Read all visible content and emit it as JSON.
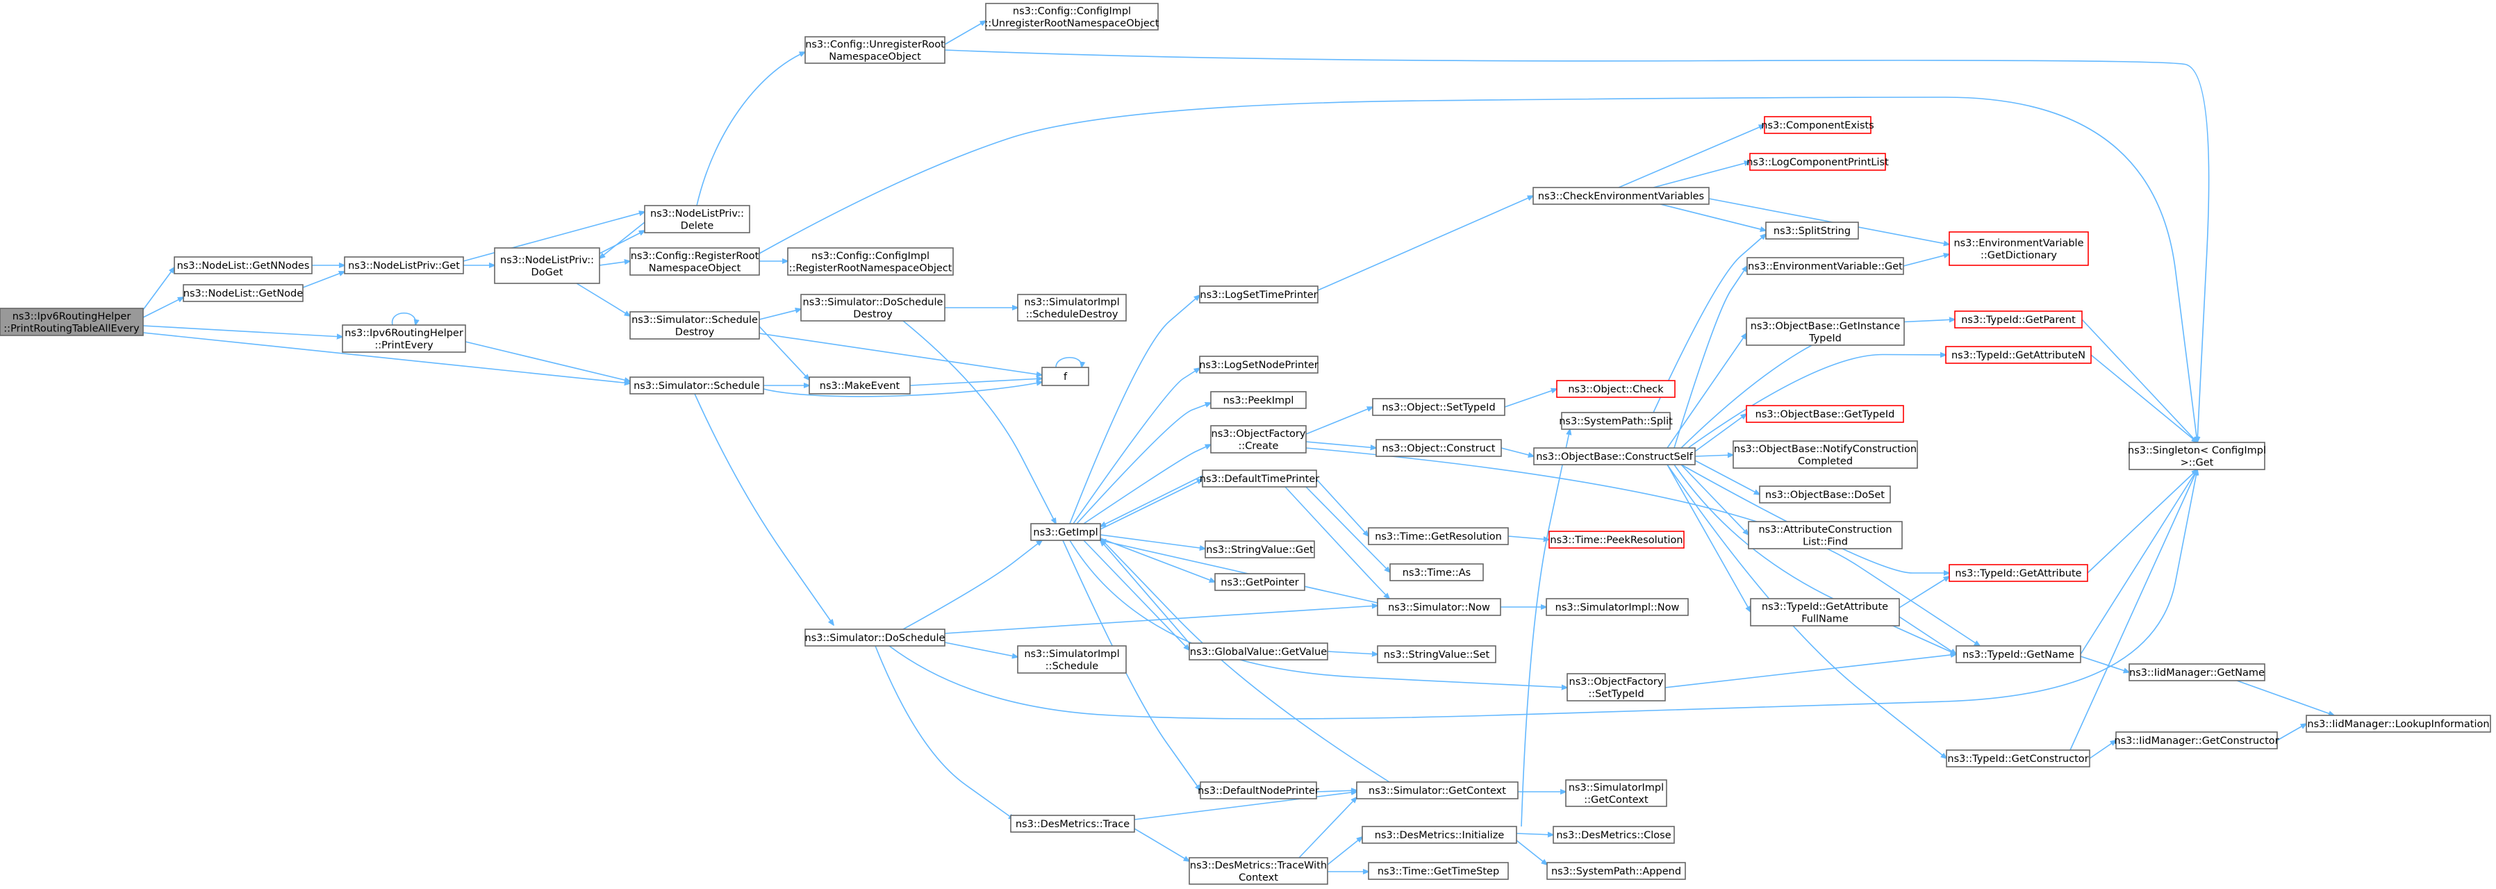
{
  "colors": {
    "edge": "#63b8ff",
    "node_border": "#666666",
    "node_fill": "#ffffff",
    "root_fill": "#999999",
    "root_border": "#666666",
    "missing_border": "#ff0000",
    "missing_text": "#ff0000",
    "text": "#000000"
  },
  "nodes": [
    {
      "id": "root",
      "lines": [
        "ns3::Ipv6RoutingHelper",
        "::PrintRoutingTableAllEvery"
      ],
      "style": "root"
    },
    {
      "id": "getnnodes",
      "lines": [
        "ns3::NodeList::GetNNodes"
      ]
    },
    {
      "id": "getnode",
      "lines": [
        "ns3::NodeList::GetNode"
      ]
    },
    {
      "id": "printevery",
      "lines": [
        "ns3::Ipv6RoutingHelper",
        "::PrintEvery"
      ]
    },
    {
      "id": "schedule",
      "lines": [
        "ns3::Simulator::Schedule"
      ]
    },
    {
      "id": "nlpget",
      "lines": [
        "ns3::NodeListPriv::Get"
      ]
    },
    {
      "id": "nlpdelete",
      "lines": [
        "ns3::NodeListPriv::",
        "Delete"
      ]
    },
    {
      "id": "nlpdoget",
      "lines": [
        "ns3::NodeListPriv::",
        "DoGet"
      ]
    },
    {
      "id": "cfgunreg",
      "lines": [
        "ns3::Config::UnregisterRoot",
        "NamespaceObject"
      ]
    },
    {
      "id": "cfgreg",
      "lines": [
        "ns3::Config::RegisterRoot",
        "NamespaceObject"
      ]
    },
    {
      "id": "schedestroy",
      "lines": [
        "ns3::Simulator::Schedule",
        "Destroy"
      ]
    },
    {
      "id": "makeevent",
      "lines": [
        "ns3::MakeEvent"
      ]
    },
    {
      "id": "doschedule",
      "lines": [
        "ns3::Simulator::DoSchedule"
      ]
    },
    {
      "id": "destrace",
      "lines": [
        "ns3::DesMetrics::Trace"
      ]
    },
    {
      "id": "cfgimplunreg",
      "lines": [
        "ns3::Config::ConfigImpl",
        "::UnregisterRootNamespaceObject"
      ]
    },
    {
      "id": "cfgimplreg",
      "lines": [
        "ns3::Config::ConfigImpl",
        "::RegisterRootNamespaceObject"
      ]
    },
    {
      "id": "doschedestroy",
      "lines": [
        "ns3::Simulator::DoSchedule",
        "Destroy"
      ]
    },
    {
      "id": "f",
      "lines": [
        "f"
      ]
    },
    {
      "id": "simimplschedestroy",
      "lines": [
        "ns3::SimulatorImpl",
        "::ScheduleDestroy"
      ]
    },
    {
      "id": "getimpl",
      "lines": [
        "ns3::GetImpl"
      ]
    },
    {
      "id": "simimplschedule",
      "lines": [
        "ns3::SimulatorImpl",
        "::Schedule"
      ]
    },
    {
      "id": "destracewith",
      "lines": [
        "ns3::DesMetrics::TraceWith",
        "Context"
      ]
    },
    {
      "id": "logsettime",
      "lines": [
        "ns3::LogSetTimePrinter"
      ]
    },
    {
      "id": "logsetnode",
      "lines": [
        "ns3::LogSetNodePrinter"
      ]
    },
    {
      "id": "peekimpl",
      "lines": [
        "ns3::PeekImpl"
      ]
    },
    {
      "id": "objfactcreate",
      "lines": [
        "ns3::ObjectFactory",
        "::Create"
      ]
    },
    {
      "id": "deftimeprinter",
      "lines": [
        "ns3::DefaultTimePrinter"
      ]
    },
    {
      "id": "strvalget",
      "lines": [
        "ns3::StringValue::Get"
      ]
    },
    {
      "id": "getpointer",
      "lines": [
        "ns3::GetPointer"
      ]
    },
    {
      "id": "globalvalget",
      "lines": [
        "ns3::GlobalValue::GetValue"
      ]
    },
    {
      "id": "defnodeprinter",
      "lines": [
        "ns3::DefaultNodePrinter"
      ]
    },
    {
      "id": "simnow",
      "lines": [
        "ns3::Simulator::Now"
      ]
    },
    {
      "id": "simgetctx",
      "lines": [
        "ns3::Simulator::GetContext"
      ]
    },
    {
      "id": "desinit",
      "lines": [
        "ns3::DesMetrics::Initialize"
      ]
    },
    {
      "id": "timegettimestep",
      "lines": [
        "ns3::Time::GetTimeStep"
      ]
    },
    {
      "id": "objsettypeid",
      "lines": [
        "ns3::Object::SetTypeId"
      ]
    },
    {
      "id": "objconstruct",
      "lines": [
        "ns3::Object::Construct"
      ]
    },
    {
      "id": "timegetres",
      "lines": [
        "ns3::Time::GetResolution"
      ]
    },
    {
      "id": "timeas",
      "lines": [
        "ns3::Time::As"
      ]
    },
    {
      "id": "strvalset",
      "lines": [
        "ns3::StringValue::Set"
      ]
    },
    {
      "id": "checkenv",
      "lines": [
        "ns3::CheckEnvironmentVariables"
      ]
    },
    {
      "id": "objcheck",
      "lines": [
        "ns3::Object::Check"
      ],
      "style": "missing"
    },
    {
      "id": "syspathsplit",
      "lines": [
        "ns3::SystemPath::Split"
      ]
    },
    {
      "id": "objbaseconstructself",
      "lines": [
        "ns3::ObjectBase::ConstructSelf"
      ]
    },
    {
      "id": "timepeekres",
      "lines": [
        "ns3::Time::PeekResolution"
      ],
      "style": "missing"
    },
    {
      "id": "simimplnow",
      "lines": [
        "ns3::SimulatorImpl::Now"
      ]
    },
    {
      "id": "objfactsettypeid",
      "lines": [
        "ns3::ObjectFactory",
        "::SetTypeId"
      ]
    },
    {
      "id": "simimplgetctx",
      "lines": [
        "ns3::SimulatorImpl",
        "::GetContext"
      ]
    },
    {
      "id": "desclose",
      "lines": [
        "ns3::DesMetrics::Close"
      ]
    },
    {
      "id": "syspathappend",
      "lines": [
        "ns3::SystemPath::Append"
      ]
    },
    {
      "id": "compexists",
      "lines": [
        "ns3::ComponentExists"
      ],
      "style": "missing"
    },
    {
      "id": "logcompprint",
      "lines": [
        "ns3::LogComponentPrintList"
      ],
      "style": "missing"
    },
    {
      "id": "splitstring",
      "lines": [
        "ns3::SplitString"
      ]
    },
    {
      "id": "envvarget",
      "lines": [
        "ns3::EnvironmentVariable::Get"
      ]
    },
    {
      "id": "objbasegetinst",
      "lines": [
        "ns3::ObjectBase::GetInstance",
        "TypeId"
      ]
    },
    {
      "id": "objbasegettypeid",
      "lines": [
        "ns3::ObjectBase::GetTypeId"
      ],
      "style": "missing"
    },
    {
      "id": "objbasenotify",
      "lines": [
        "ns3::ObjectBase::NotifyConstruction",
        "Completed"
      ]
    },
    {
      "id": "objbasedoset",
      "lines": [
        "ns3::ObjectBase::DoSet"
      ]
    },
    {
      "id": "attrconstrfind",
      "lines": [
        "ns3::AttributeConstruction",
        "List::Find"
      ]
    },
    {
      "id": "typeidgetattrfull",
      "lines": [
        "ns3::TypeId::GetAttribute",
        "FullName"
      ]
    },
    {
      "id": "typeidgetname",
      "lines": [
        "ns3::TypeId::GetName"
      ]
    },
    {
      "id": "typeidgetctor",
      "lines": [
        "ns3::TypeId::GetConstructor"
      ]
    },
    {
      "id": "envvargetdict",
      "lines": [
        "ns3::EnvironmentVariable",
        "::GetDictionary"
      ],
      "style": "missing"
    },
    {
      "id": "typeidgetparent",
      "lines": [
        "ns3::TypeId::GetParent"
      ],
      "style": "missing"
    },
    {
      "id": "typeidgetattrn",
      "lines": [
        "ns3::TypeId::GetAttributeN"
      ],
      "style": "missing"
    },
    {
      "id": "typeidgetattr",
      "lines": [
        "ns3::TypeId::GetAttribute"
      ],
      "style": "missing"
    },
    {
      "id": "iidmgrgetname",
      "lines": [
        "ns3::IidManager::GetName"
      ]
    },
    {
      "id": "iidmgrgetctor",
      "lines": [
        "ns3::IidManager::GetConstructor"
      ]
    },
    {
      "id": "singletonget",
      "lines": [
        "ns3::Singleton< ConfigImpl",
        " >::Get"
      ]
    },
    {
      "id": "iidmgrlookup",
      "lines": [
        "ns3::IidManager::LookupInformation"
      ]
    }
  ]
}
